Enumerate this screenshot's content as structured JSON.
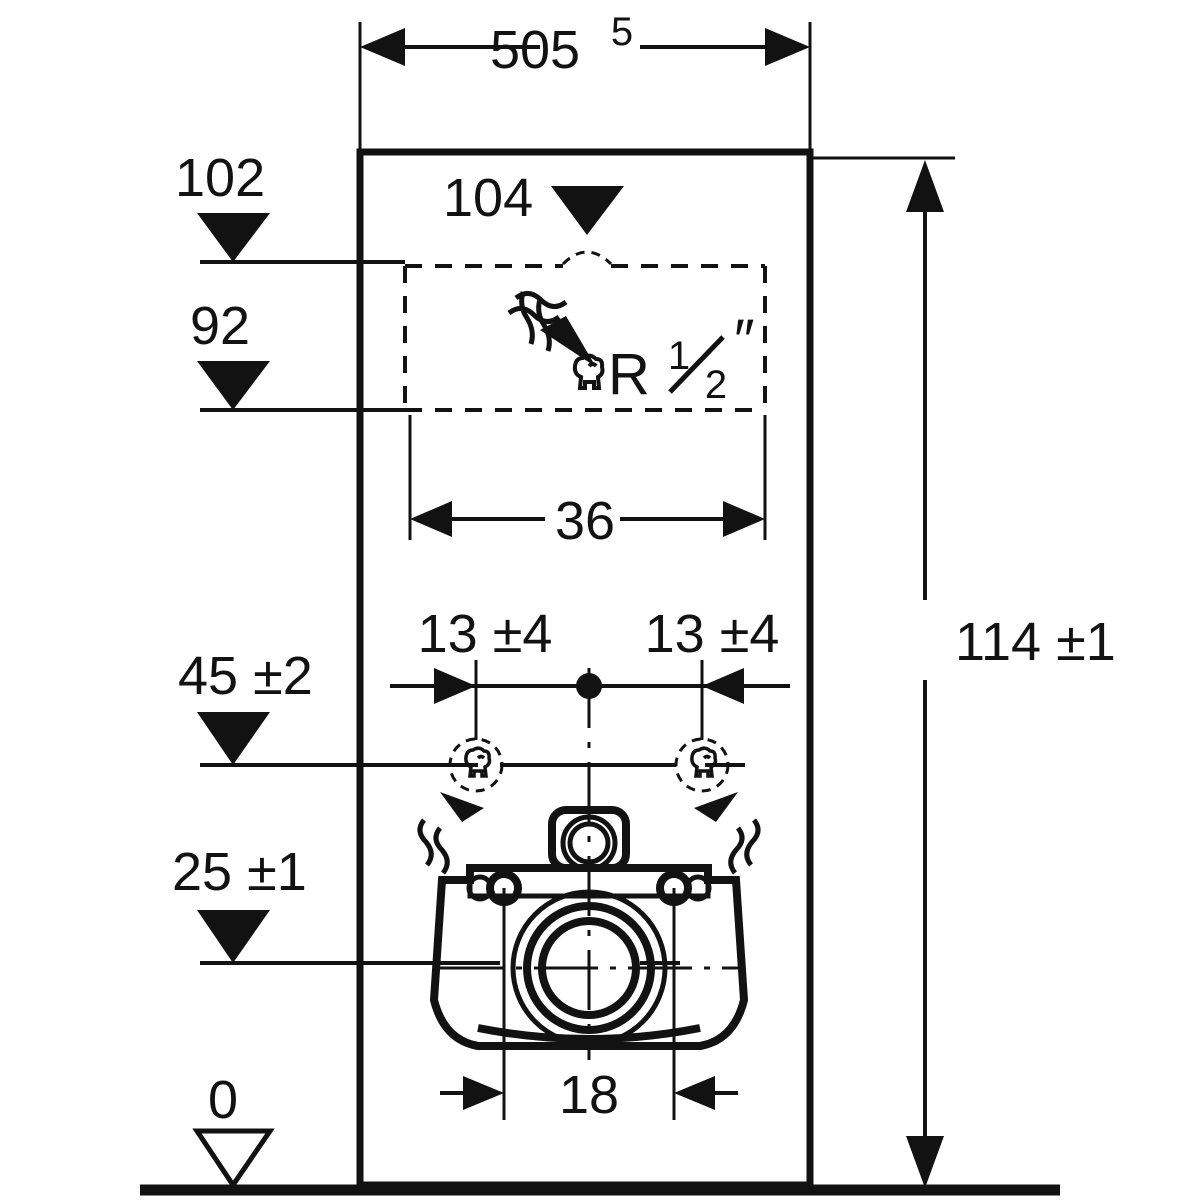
{
  "drawing": {
    "title": "Wall-hung WC installation dimension drawing",
    "units_note": "",
    "line_color": "#121212",
    "background_color": "#ffffff"
  },
  "dimensions": {
    "overall_width": "505",
    "overall_width_sup": "5",
    "overall_height": "114 ±1",
    "water_connection_top": "104",
    "level_102": "102",
    "level_92": "92",
    "inner_width_36": "36",
    "bolt_offset_left": "13 ±4",
    "bolt_offset_right": "13 ±4",
    "level_45": "45 ±2",
    "level_25": "25 ±1",
    "outlet_width_18": "18",
    "datum_zero": "0"
  },
  "annotations": {
    "thread_label": "R",
    "thread_fraction_numerator": "1",
    "thread_fraction_denominator": "2",
    "thread_inch_mark": "″"
  },
  "symbols": {
    "water_supply_arrow": "water-supply-arrow-icon",
    "connection_fitting": "pipe-fitting-icon",
    "datum_triangle": "datum-triangle-icon",
    "level_triangle": "level-marker-triangle-icon",
    "dimension_arrow": "dimension-arrow-icon",
    "center_dot": "center-point-dot-icon"
  },
  "fixture": {
    "name": "wall-hung-toilet",
    "flush_connection": "flush-pipe-connection",
    "waste_outlet": "waste-outlet-circle",
    "mounting_bolts": "mounting-bolt-holes"
  }
}
